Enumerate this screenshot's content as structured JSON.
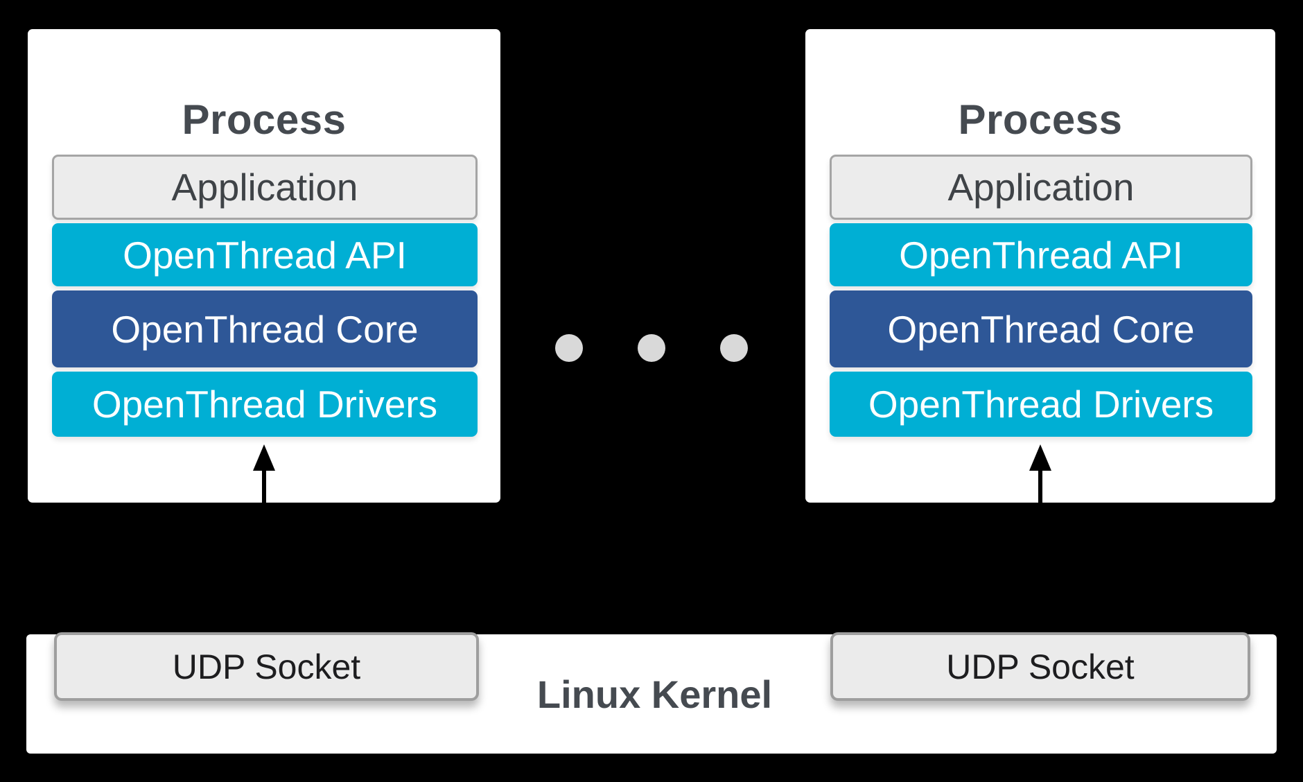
{
  "colors": {
    "background": "#000000",
    "panel": "#ffffff",
    "cyan": "#00afd4",
    "core_blue": "#2e5797",
    "light_gray_fill": "#ececec",
    "gray_border": "#9e9e9e",
    "title_text": "#454a50",
    "label_text": "#3f4347",
    "dot_gray": "#d9d9d9"
  },
  "processes": [
    {
      "title": "Process",
      "layers": [
        {
          "label": "Application"
        },
        {
          "label": "OpenThread API"
        },
        {
          "label": "OpenThread Core"
        },
        {
          "label": "OpenThread Drivers"
        }
      ]
    },
    {
      "title": "Process",
      "layers": [
        {
          "label": "Application"
        },
        {
          "label": "OpenThread API"
        },
        {
          "label": "OpenThread Core"
        },
        {
          "label": "OpenThread Drivers"
        }
      ]
    }
  ],
  "separator": {
    "dots": 3
  },
  "kernel": {
    "label": "Linux Kernel",
    "sockets": [
      {
        "label": "UDP Socket"
      },
      {
        "label": "UDP Socket"
      }
    ]
  }
}
